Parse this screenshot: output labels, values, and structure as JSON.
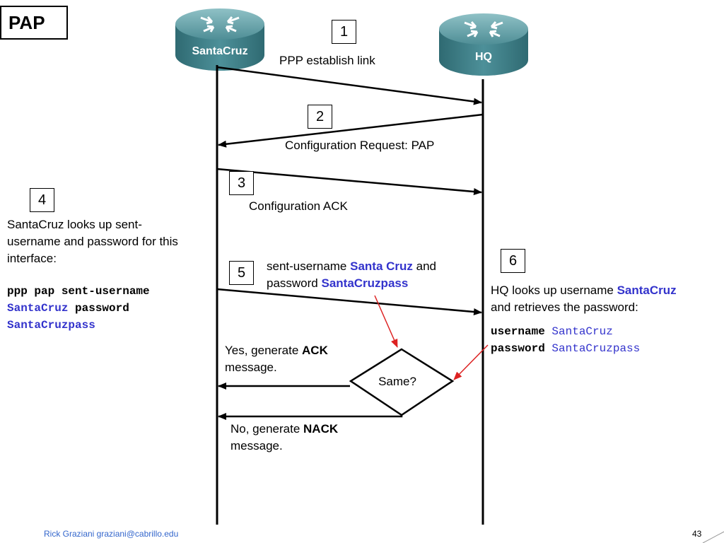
{
  "title": "PAP",
  "routers": {
    "left_label": "SantaCruz",
    "right_label": "HQ"
  },
  "steps": {
    "s1": {
      "num": "1",
      "text": "PPP establish link"
    },
    "s2": {
      "num": "2",
      "text": "Configuration Request: PAP"
    },
    "s3": {
      "num": "3",
      "text": "Configuration ACK"
    },
    "s4": {
      "num": "4",
      "line1": "SantaCruz  looks up sent-",
      "line2": "username and password for this",
      "line3": "interface:",
      "cmd1": "ppp pap sent-username",
      "cmd2_blue": "SantaCruz",
      "cmd2_black": " password",
      "cmd3_blue": "SantaCruzpass"
    },
    "s5": {
      "num": "5",
      "a": "sent-username ",
      "b": "Santa Cruz",
      "c": " and",
      "d": "password ",
      "e": "SantaCruzpass"
    },
    "s6": {
      "num": "6",
      "a": "HQ looks up username ",
      "b": "SantaCruz",
      "c": "and retrieves the password:",
      "cmd1_black": "username ",
      "cmd1_blue": "SantaCruz",
      "cmd2_black": "password ",
      "cmd2_blue": "SantaCruzpass"
    }
  },
  "decision": {
    "label": "Same?",
    "yes_a": "Yes, generate ",
    "yes_b": "ACK",
    "yes_c": "message.",
    "no_a": "No, generate ",
    "no_b": "NACK",
    "no_c": "message."
  },
  "footer": {
    "author": "Rick Graziani  graziani@cabrillo.edu",
    "page": "43"
  },
  "colors": {
    "highlight": "#3333cc",
    "annotation_arrow": "#dd2222",
    "footer_text": "#3366cc",
    "router_body": "#3f7f87"
  }
}
